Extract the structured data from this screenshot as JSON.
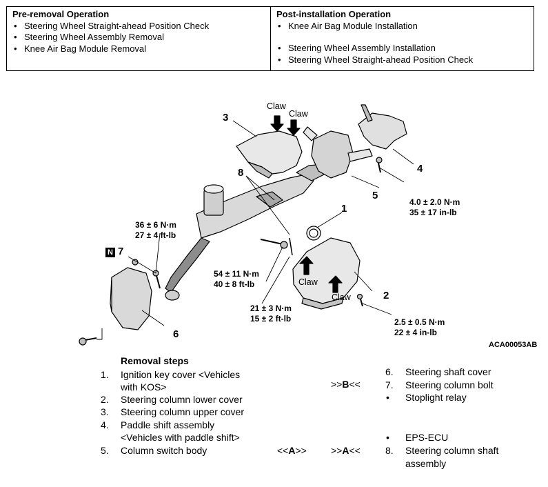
{
  "operations": {
    "pre_header": "Pre-removal Operation",
    "pre_items": [
      "Steering Wheel Straight-ahead Position Check",
      "Steering Wheel Assembly Removal",
      "Knee Air Bag Module Removal"
    ],
    "post_header": "Post-installation Operation",
    "post_items": [
      "Knee Air Bag Module Installation",
      "Steering Wheel Assembly Installation",
      "Steering Wheel Straight-ahead Position Check"
    ]
  },
  "figure": {
    "callouts": [
      "1",
      "2",
      "3",
      "4",
      "5",
      "6",
      "7",
      "8"
    ],
    "n_badge": "N",
    "claw_label": "Claw",
    "torques": {
      "t1_line1": "36 ± 6 N·m",
      "t1_line2": "27 ± 4 ft-lb",
      "t2_line1": "54 ± 11 N·m",
      "t2_line2": "40 ± 8 ft-lb",
      "t3_line1": "21 ± 3 N·m",
      "t3_line2": "15 ± 2 ft-lb",
      "t4_line1": "4.0 ± 2.0 N·m",
      "t4_line2": "35 ± 17 in-lb",
      "t5_line1": "2.5 ± 0.5 N·m",
      "t5_line2": "22 ± 4 in-lb"
    },
    "code": "ACA00053AB"
  },
  "removal": {
    "heading": "Removal steps",
    "left_steps": [
      {
        "num": "1.",
        "line1": "Ignition key cover <Vehicles",
        "line2": "with KOS>"
      },
      {
        "num": "2.",
        "line1": "Steering column lower cover"
      },
      {
        "num": "3.",
        "line1": "Steering column upper cover"
      },
      {
        "num": "4.",
        "line1": "Paddle shift assembly",
        "line2": "<Vehicles with paddle shift>"
      },
      {
        "num": "5.",
        "line1": "Column switch body"
      }
    ],
    "right_steps": [
      {
        "num": "6.",
        "line1": "Steering shaft cover"
      },
      {
        "num": "7.",
        "line1": "Steering column bolt"
      },
      {
        "num": "•",
        "line1": "Stoplight relay"
      },
      {
        "num": "•",
        "line1": "EPS-ECU"
      },
      {
        "num": "8.",
        "line1": "Steering column shaft",
        "line2": "assembly"
      }
    ],
    "markers": {
      "b_left": ">>",
      "b_letter": "B",
      "b_right": "<<",
      "a1_left": "<<",
      "a1_letter": "A",
      "a1_right": ">>",
      "a2_left": ">>",
      "a2_letter": "A",
      "a2_right": "<<"
    }
  }
}
